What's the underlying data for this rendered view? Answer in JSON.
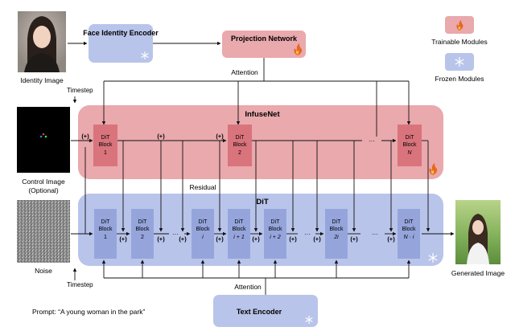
{
  "modules": {
    "face_encoder": "Face Identity Encoder",
    "projection": "Projection Network",
    "infusenet": "InfuseNet",
    "dit": "DiT",
    "text_encoder": "Text Encoder"
  },
  "legend": {
    "trainable": "Trainable Modules",
    "frozen": "Frozen Modules"
  },
  "labels": {
    "identity_image": "Identity Image",
    "control_image_line1": "Control Image",
    "control_image_line2": "(Optional)",
    "noise": "Noise",
    "generated_image": "Generated Image",
    "timestep_top": "Timestep",
    "timestep_bottom": "Timestep",
    "attention_top": "Attention",
    "attention_bottom": "Attention",
    "residual": "Residual",
    "prompt": "Prompt: “A young woman in the park”",
    "plus": "(+)",
    "ellipsis": "···"
  },
  "infusenet_blocks": [
    {
      "line1": "DiT",
      "line2": "Block",
      "line3": "1"
    },
    {
      "line1": "DiT",
      "line2": "Block",
      "line3": "2"
    },
    {
      "line1": "DiT",
      "line2": "Block",
      "line3": "N"
    }
  ],
  "dit_blocks": [
    {
      "line1": "DiT",
      "line2": "Block",
      "line3": "1"
    },
    {
      "line1": "DiT",
      "line2": "Block",
      "line3": "2"
    },
    {
      "line1": "DiT",
      "line2": "Block",
      "line3": "i"
    },
    {
      "line1": "DiT",
      "line2": "Block",
      "line3": "i + 1"
    },
    {
      "line1": "DiT",
      "line2": "Block",
      "line3": "i + 2"
    },
    {
      "line1": "DiT",
      "line2": "Block",
      "line3": "2i"
    },
    {
      "line1": "DiT",
      "line2": "Block",
      "line3": "N · i"
    }
  ],
  "icons": {
    "trainable": "flame-icon",
    "frozen": "snowflake-icon"
  },
  "colors": {
    "trainable_fill": "#e9a9ad",
    "trainable_block": "#d9747c",
    "frozen_fill": "#b9c4ea",
    "frozen_block": "#95a5dc",
    "arrow": "#111111"
  }
}
